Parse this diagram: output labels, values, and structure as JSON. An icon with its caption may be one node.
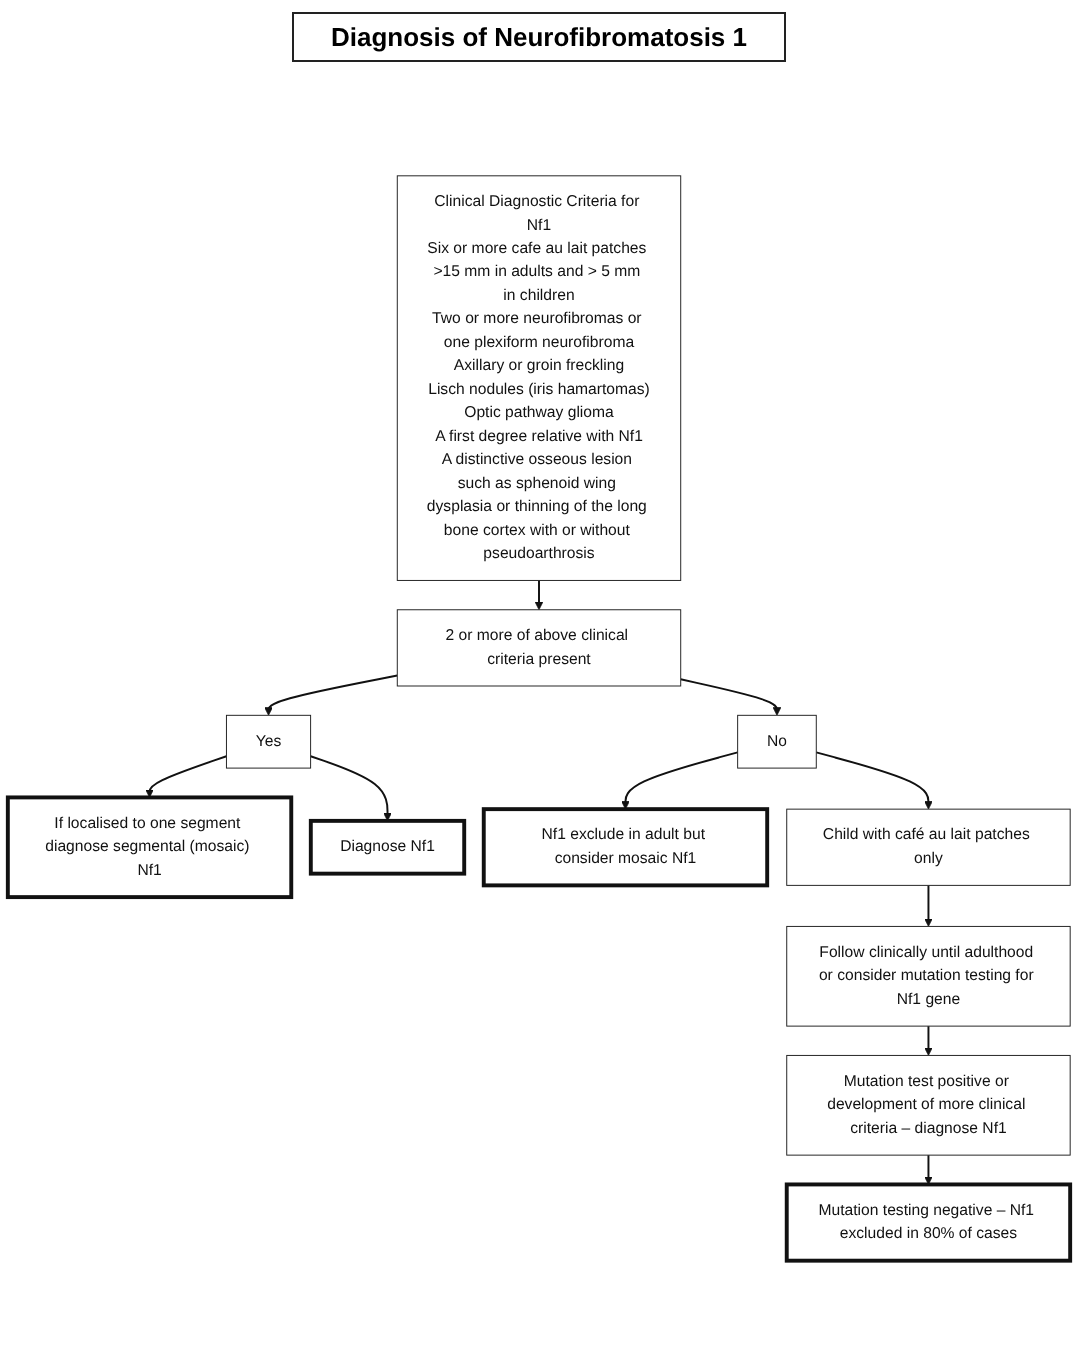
{
  "diagram": {
    "title": "Diagnosis of Neurofibromatosis 1",
    "nodes": [
      {
        "text": [
          "Clinical Diagnostic Criteria for Nf1",
          "Six or more cafe au lait patches >15 mm in adults and > 5 mm in children",
          "Two or more neurofibromas or one plexiform neurofibroma",
          "Axillary or groin freckling",
          "Lisch nodules (iris hamartomas)",
          "Optic pathway glioma",
          "A first degree relative with Nf1",
          "A distinctive osseous lesion such as sphenoid wing dysplasia or thinning of the long bone cortex with or without pseudoarthrosis"
        ]
      },
      {
        "text": [
          "2 or more of above clinical criteria present"
        ]
      },
      {
        "text": [
          "Yes"
        ]
      },
      {
        "text": [
          "If localised to one segment diagnose segmental (mosaic) Nf1"
        ]
      },
      {
        "text": [
          "No"
        ]
      },
      {
        "text": [
          "Nf1 exclude in adult but consider mosaic Nf1"
        ]
      },
      {
        "text": [
          "Diagnose Nf1"
        ]
      },
      {
        "text": [
          "Child with café au lait patches only"
        ]
      },
      {
        "text": [
          "Follow clinically until adulthood or consider mutation testing for Nf1 gene"
        ]
      },
      {
        "text": [
          "Mutation test positive or development of more clinical criteria – diagnose Nf1"
        ]
      },
      {
        "text": [
          "Mutation testing negative – Nf1 excluded in 80% of cases"
        ]
      }
    ],
    "edges": [
      {
        "from": 0,
        "to": 1,
        "arrow": "to"
      },
      {
        "from": 1,
        "to": 2,
        "arrow": "to"
      },
      {
        "from": 2,
        "to": 3,
        "arrow": "to"
      },
      {
        "from": 1,
        "to": 4,
        "arrow": "to"
      },
      {
        "from": 2,
        "to": 6,
        "arrow": "to"
      },
      {
        "from": 4,
        "to": 5,
        "arrow": "to"
      },
      {
        "from": 4,
        "to": 7,
        "arrow": "to"
      },
      {
        "from": 7,
        "to": 8,
        "arrow": "to"
      },
      {
        "from": 8,
        "to": 9,
        "arrow": "to"
      },
      {
        "from": 9,
        "to": 10,
        "arrow": "to"
      }
    ]
  }
}
